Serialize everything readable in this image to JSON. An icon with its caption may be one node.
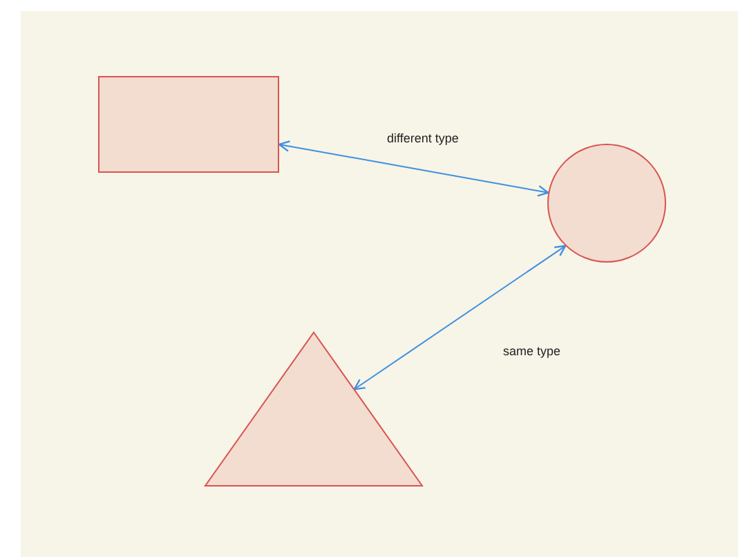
{
  "diagram": {
    "nodes": [
      {
        "text": [],
        "shape": "box"
      },
      {
        "text": [],
        "shape": "circle"
      },
      {
        "text": [],
        "shape": "triangle"
      }
    ],
    "edges": [
      {
        "from": 0,
        "to": 1,
        "arrow": "both",
        "label": "different type"
      },
      {
        "from": 1,
        "to": 2,
        "arrow": "both",
        "label": "same type"
      }
    ]
  }
}
